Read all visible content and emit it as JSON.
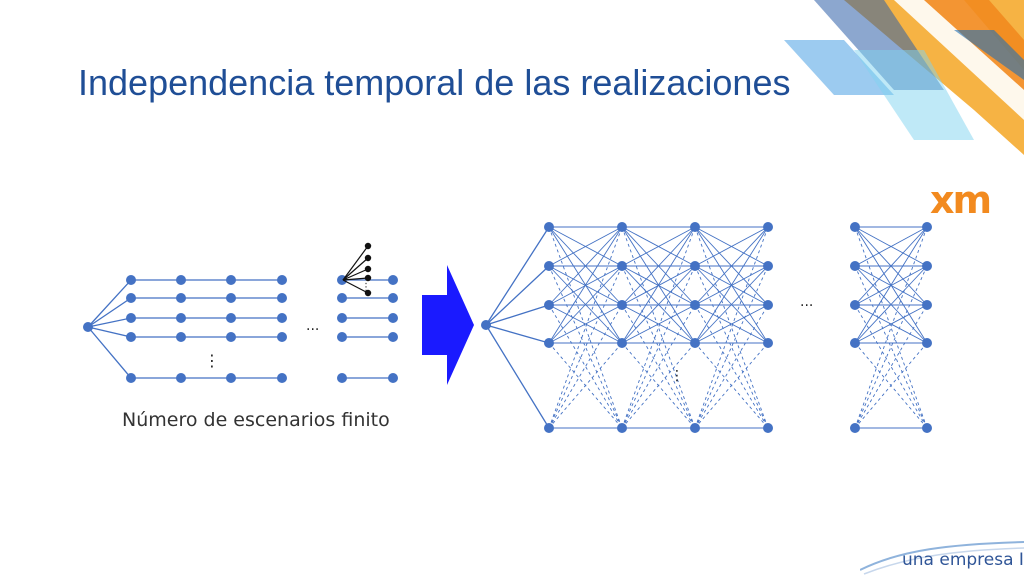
{
  "slide": {
    "title": "Independencia temporal de las realizaciones",
    "caption": "Número de escenarios finito",
    "logo_text": "xm",
    "footer_brand": "una empresa ISA"
  },
  "diagram": {
    "ellipsis_horizontal": "...",
    "ellipsis_vertical": "⋮",
    "colors": {
      "node": "#4472c4",
      "edge": "#4472c4",
      "branch": "#111111",
      "arrow": "#1a1aff",
      "title": "#1f4e96",
      "accent_orange": "#f28a1f"
    }
  }
}
